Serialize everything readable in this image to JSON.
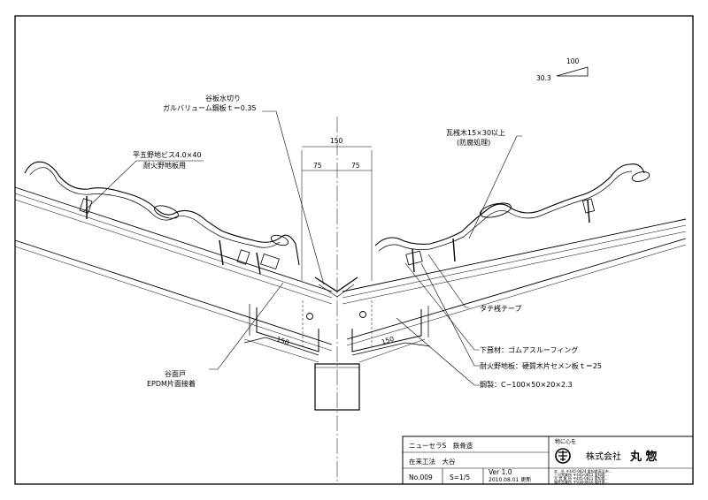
{
  "drawing": {
    "slope": {
      "run": "100",
      "rise": "30.3"
    },
    "annotations": {
      "valley_flashing": [
        "谷板水切り",
        "ガルバリューム鋼板ｔ＝0.35"
      ],
      "screw": [
        "平五野地ビス4.0×40",
        "耐火野地板用"
      ],
      "batten": [
        "瓦桟木15×30以上",
        "(防腐処理)"
      ],
      "tape": "タテ桟テープ",
      "underlay": "下葺材：ゴムアスルーフィング",
      "board": "耐火野地板：硬質木片セメン板ｔ＝25",
      "steel": "鋼製：C−100×50×20×2.3",
      "valley_seal": [
        "谷面戸",
        "EPDM片面接着"
      ]
    },
    "dimensions": {
      "total": "150",
      "left_half": "75",
      "right_half": "75",
      "left_run": "150",
      "right_run": "150"
    }
  },
  "title_block": {
    "product": "ニューセラS　鉄骨造",
    "method": "在来工法　大谷",
    "drawing_no": "No.009",
    "scale": "S=1/5",
    "version": "Ver 1.0",
    "date": "2010.08.01 更新",
    "logo_text": "物に心を",
    "company": "株式会社",
    "company_name": "丸 惣",
    "contacts": [
      "本　社 〒445-0824 愛知県高浜市...",
      "三河営業所 〒445-0811 愛知県...",
      "大 営 業 所 〒445-0811 愛知県...",
      "福井営業所 〒918-8016 福井県..."
    ]
  }
}
